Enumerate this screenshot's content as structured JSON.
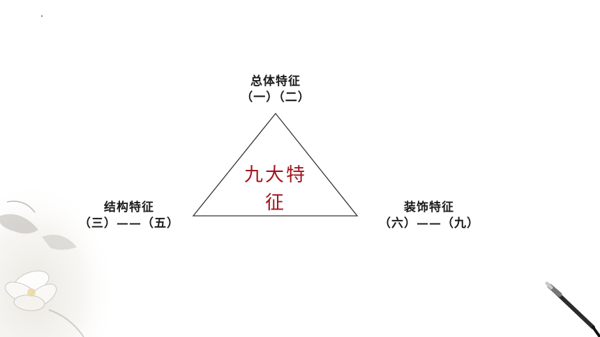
{
  "diagram": {
    "center_label": "九大特征",
    "nodes": {
      "top": {
        "title": "总体特征",
        "range": "（一）（二）"
      },
      "left": {
        "title": "结构特征",
        "range": "（三）——（五）"
      },
      "right": {
        "title": "装饰特征",
        "range": "（六）——（九）"
      }
    }
  },
  "colors": {
    "center_text": "#a3141c",
    "line": "#333333",
    "text": "#1a1a1a"
  },
  "decorations": {
    "left_bottom": "lotus-ink-painting",
    "right_bottom": "ink-brush-icon"
  }
}
